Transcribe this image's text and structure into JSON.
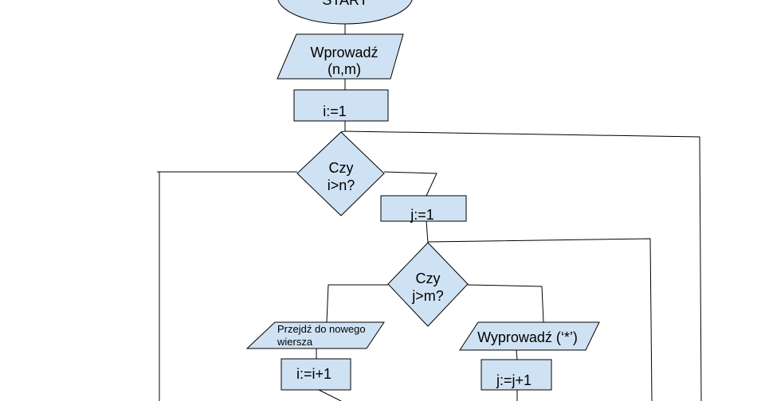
{
  "diagram": {
    "type": "flowchart",
    "fill_color": "#cfe2f3",
    "nodes": {
      "start": "START",
      "input": [
        "Wprowadź",
        "(n,m)"
      ],
      "init_i": "i:=1",
      "cond_i": [
        "Czy",
        "i>n?"
      ],
      "init_j": "j:=1",
      "cond_j": [
        "Czy",
        "j>m?"
      ],
      "newline": [
        "Przejdź do nowego",
        "wiersza"
      ],
      "inc_i": "i:=i+1",
      "output_star": "Wyprowadź (‘*’)",
      "inc_j": "j:=j+1"
    }
  }
}
